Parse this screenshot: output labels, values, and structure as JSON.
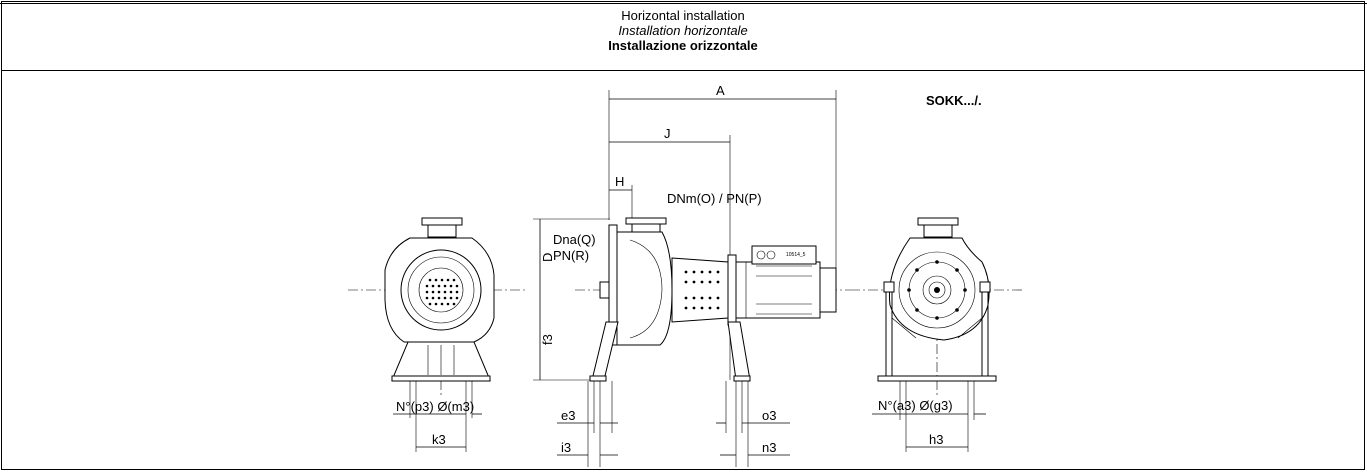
{
  "header": {
    "title_en": "Horizontal installation",
    "title_fr": "Installation horizontale",
    "title_it": "Installazione orizzontale"
  },
  "diagram": {
    "model": "SOKK.../.",
    "dims": {
      "A": "A",
      "J": "J",
      "H": "H",
      "D": "D",
      "f3": "f3",
      "outlet": "DNm(O) / PN(P)",
      "inlet_dn": "Dna(Q)",
      "inlet_pn": "PN(R)",
      "e3": "e3",
      "i3": "i3",
      "o3": "o3",
      "n3": "n3",
      "holes_left": "N°(p3) Ø(m3)",
      "k3": "k3",
      "holes_right": "N°(a3) Ø(g3)",
      "h3": "h3"
    },
    "plate": "10514_5"
  }
}
